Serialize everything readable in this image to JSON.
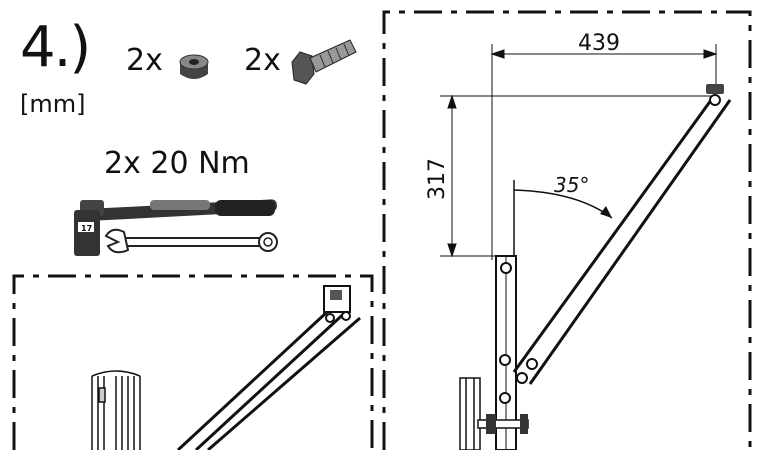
{
  "header": {
    "step": "4.)",
    "nut_qty": "2x",
    "bolt_qty": "2x",
    "unit": "[mm]",
    "torque": "2x 20 Nm"
  },
  "tools": {
    "socket_size": "17"
  },
  "dimensions": {
    "horizontal": "439",
    "vertical": "317",
    "angle": "35°"
  }
}
